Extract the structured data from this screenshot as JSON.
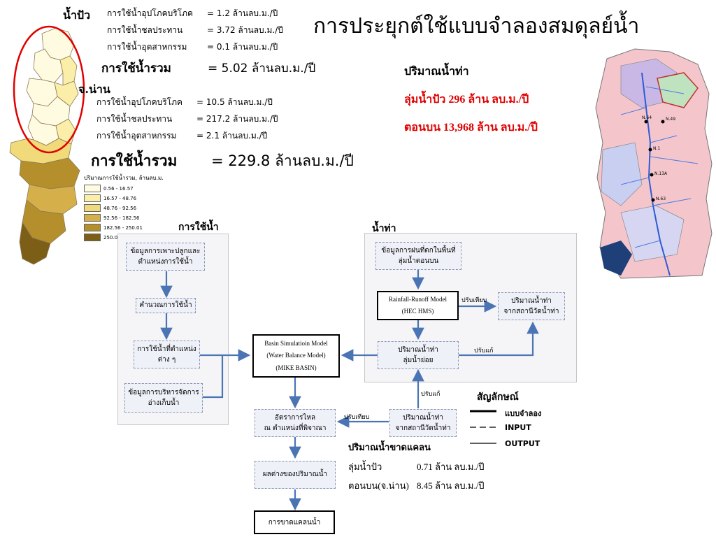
{
  "title": "การประยุกต์ใช้แบบจำลองสมดุลย์น้ำ",
  "upper": {
    "region": "น้ำปัว",
    "uses": [
      {
        "label": "การใช้น้ำอุปโภคบริโภค",
        "value": "= 1.2 ล้านลบ.ม./ปี"
      },
      {
        "label": "การใช้น้ำชลประทาน",
        "value": "= 3.72 ล้านลบ.ม./ปี"
      },
      {
        "label": "การใช้น้ำอุตสาหกรรม",
        "value": "= 0.1 ล้านลบ.ม./ปี"
      }
    ],
    "total_label": "การใช้น้ำรวม",
    "total_value": "= 5.02 ล้านลบ.ม./ปี"
  },
  "lower": {
    "region": "จ.น่าน",
    "uses": [
      {
        "label": "การใช้น้ำอุปโภคบริโภค",
        "value": "= 10.5 ล้านลบ.ม./ปี"
      },
      {
        "label": "การใช้น้ำชลประทาน",
        "value": "= 217.2 ล้านลบ.ม./ปี"
      },
      {
        "label": "การใช้น้ำอุตสาหกรรม",
        "value": "= 2.1 ล้านลบ.ม./ปี"
      }
    ],
    "total_label": "การใช้น้ำรวม",
    "total_value": "= 229.8 ล้านลบ.ม./ปี"
  },
  "map_legend": {
    "title": "ปริมาณการใช้น้ำรวม, ล้านลบ.ม.",
    "classes": [
      {
        "range": "0.56 - 16.57",
        "color": "#fffbe0"
      },
      {
        "range": "16.57 - 48.76",
        "color": "#fbeea8"
      },
      {
        "range": "48.76 - 92.56",
        "color": "#f1da7a"
      },
      {
        "range": "92.56 - 182.56",
        "color": "#d5b04a"
      },
      {
        "range": "182.56 - 250.01",
        "color": "#b48f2c"
      },
      {
        "range": "250.01",
        "color": "#7c5e16"
      }
    ]
  },
  "runoff": {
    "title": "ปริมาณน้ำท่า",
    "lines": [
      "ลุ่มน้ำปัว 296 ล้าน ลบ.ม./ปี",
      "ตอนบน 13,968 ล้าน ลบ.ม./ปี"
    ],
    "highlight_color": "#e00000"
  },
  "basin_map": {
    "station_labels": [
      "N.64",
      "N.49",
      "N.1",
      "N.13A",
      "N.63"
    ]
  },
  "flow": {
    "left_header": "การใช้น้ำ",
    "right_header": "น้ำท่า",
    "left_boxes": [
      {
        "line1": "ข้อมูลการเพาะปลูกและ",
        "line2": "ตำแหน่งการใช้น้ำ"
      },
      {
        "line1": "คำนวณการใช้น้ำ",
        "line2": ""
      },
      {
        "line1": "การใช้น้ำที่ตำแหน่ง",
        "line2": "ต่าง ๆ"
      },
      {
        "line1": "ข้อมูลการบริหารจัดการ",
        "line2": "อ่างเก็บน้ำ"
      }
    ],
    "right_boxes": [
      {
        "line1": "ข้อมูลการฝนที่ตกในพื้นที่",
        "line2": "ลุ่มน้ำตอนบน"
      },
      {
        "line1": "Rainfall-Runoff Model",
        "line2": "(HEC HMS)"
      },
      {
        "line1": "ปริมาณน้ำท่า",
        "line2": "จากสถานีวัดน้ำท่า"
      },
      {
        "line1": "ปริมาณน้ำท่า",
        "line2": "ลุ่มน้ำย่อย"
      }
    ],
    "center_model": {
      "line1": "Basin Simulatioin Model",
      "line2": "(Water Balance  Model)",
      "line3": "(MIKE BASIN)"
    },
    "bottom_boxes": [
      {
        "line1": "อัตราการไหล",
        "line2": "ณ ตำแหน่งที่พิจาณา"
      },
      {
        "line1": "ปริมาณน้ำท่า",
        "line2": "จากสถานีวัดน้ำท่า"
      },
      {
        "line1": "ผลต่างของปริมาณน้ำ",
        "line2": ""
      },
      {
        "line1": "การขาดแคลนน้ำ",
        "line2": ""
      }
    ],
    "labels": {
      "compare_top": "ปรับเทียบ",
      "adjust_right": "ปรับแก้",
      "adjust_up": "ปรับแก้",
      "compare_bottom": "ปรับเทียบ"
    }
  },
  "shortage": {
    "title": "ปริมาณน้ำขาดแคลน",
    "rows": [
      {
        "label": "ลุ่มน้ำปัว",
        "value": "0.71 ล้าน ลบ.ม./ปี"
      },
      {
        "label": "ตอนบน(จ.น่าน)",
        "value": "8.45 ล้าน ลบ.ม./ปี"
      }
    ]
  },
  "symbols": {
    "title": "สัญลักษณ์",
    "items": [
      {
        "label": "แบบจำลอง"
      },
      {
        "label": "INPUT"
      },
      {
        "label": "OUTPUT"
      }
    ]
  },
  "colors": {
    "arrow": "#4a74b4",
    "panel": "#f5f5f7",
    "box": "#eef1f8"
  }
}
